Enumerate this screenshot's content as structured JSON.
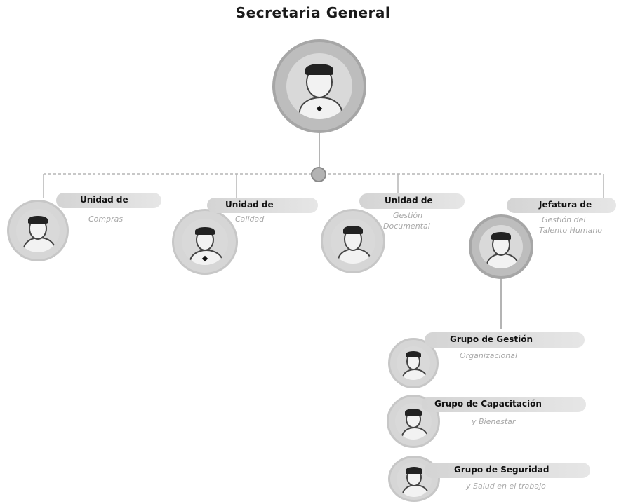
{
  "title": "Secretaria General",
  "units": [
    {
      "name": "Unidad de",
      "subtitle": [
        "Compras"
      ]
    },
    {
      "name": "Unidad de",
      "subtitle": [
        "Calidad"
      ]
    },
    {
      "name": "Unidad de",
      "subtitle": [
        "Gestión",
        "Documental"
      ]
    },
    {
      "name": "Jefatura de",
      "subtitle": [
        "Gestión del",
        "Talento Humano"
      ]
    }
  ],
  "groups": [
    {
      "name": "Grupo de Gestión",
      "subtitle": [
        "Organizacional"
      ]
    },
    {
      "name": "Grupo de Capacitación",
      "subtitle": [
        "y Bienestar"
      ]
    },
    {
      "name": "Grupo de Seguridad",
      "subtitle": [
        "y Salud en el trabajo"
      ]
    }
  ],
  "colors": {
    "ring": "#c9c9c9",
    "ring_dark": "#a0a0a0",
    "pill": "#d4d4d4",
    "subtitle": "#a8a8a8",
    "connector": "#b5b5b5"
  }
}
